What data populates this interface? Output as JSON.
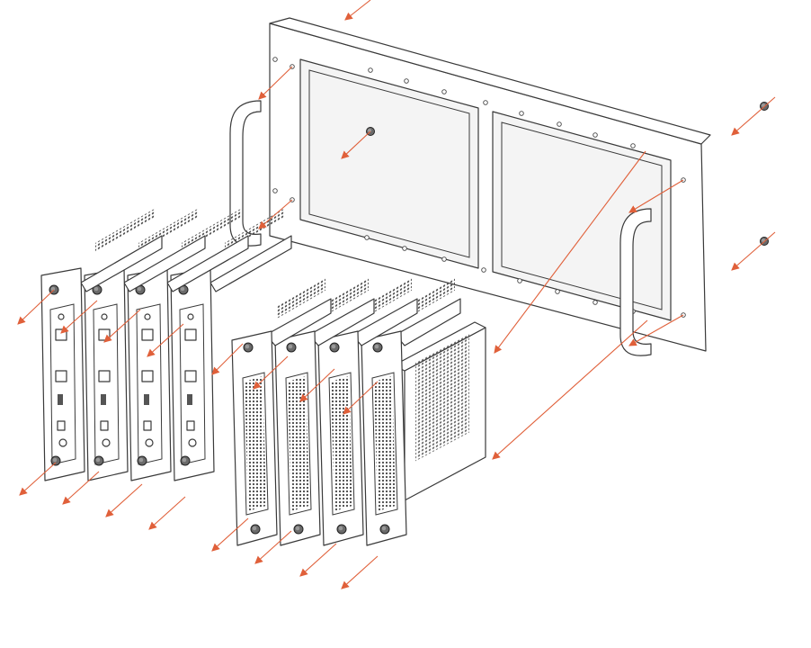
{
  "figure": {
    "subject": "rack-mount-assembly",
    "modules": {
      "io_modules": 4,
      "vented_modules": 4,
      "enclosure_modules": 1
    },
    "colors": {
      "line": "#3a3a3a",
      "guide_arrow": "#e0603a",
      "fill": "#ffffff",
      "shade": "#f4f4f4"
    },
    "icons": [
      "screw-icon",
      "rack-handle-icon",
      "rj45-port-icon",
      "hdmi-port-icon",
      "vent-grille-icon"
    ]
  }
}
